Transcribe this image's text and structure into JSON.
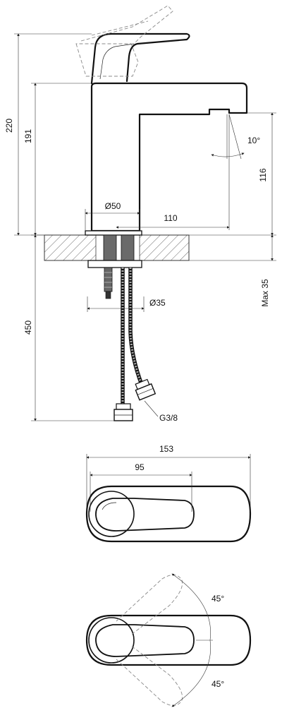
{
  "side_view": {
    "dims": {
      "total_height": "220",
      "spout_height": "191",
      "lever_angle": "10°",
      "outlet_height": "116",
      "base_diameter": "Ø50",
      "spout_reach": "110",
      "hole_diameter": "Ø35",
      "max_thickness": "Max 35",
      "hose_length": "450",
      "thread": "G3/8"
    }
  },
  "top_view_1": {
    "dims": {
      "total_length": "153",
      "lever_length": "95"
    }
  },
  "top_view_2": {
    "dims": {
      "angle_upper": "45°",
      "angle_lower": "45°"
    }
  }
}
